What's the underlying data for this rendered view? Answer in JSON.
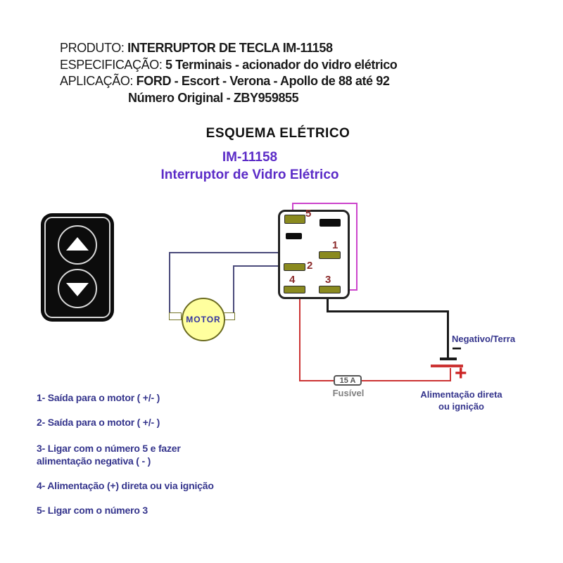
{
  "header": {
    "produto": {
      "label": "PRODUTO:",
      "value": "INTERRUPTOR DE TECLA IM-11158"
    },
    "especificacao": {
      "label": "ESPECIFICAÇÃO:",
      "value": "5 Terminais - acionador do vidro elétrico"
    },
    "aplicacao": {
      "label": "APLICAÇÃO:",
      "value": "FORD -  Escort - Verona - Apollo de 88 até 92"
    },
    "numero_original": "Número Original - ZBY959855"
  },
  "schematic": {
    "title": "ESQUEMA ELÉTRICO",
    "model": "IM-11158",
    "subtitle": "Interruptor de Vidro Elétrico"
  },
  "diagram": {
    "motor_label": "MOTOR",
    "terminals": {
      "t1": "1",
      "t2": "2",
      "t3": "3",
      "t4": "4",
      "t5": "5"
    },
    "fuse": {
      "value": "15 A",
      "label": "Fusível"
    },
    "ground_label": "Negativo/Terra",
    "minus_sign": "−",
    "plus_sign": "+",
    "power_line1": "Alimentação direta",
    "power_line2": "ou ignição"
  },
  "notes": [
    "1- Saída para o motor ( +/- )",
    "2- Saída para o motor ( +/- )",
    "3- Ligar com o número 5 e fazer\nalimentação negativa ( - )",
    "4- Alimentação (+) direta ou via ignição",
    "5- Ligar com o número 3"
  ],
  "colors": {
    "navy_text": "#34348C",
    "purple_title": "#5B2BC7",
    "pin_label_red": "#8B2A2A",
    "wire_navy": "#4A4A7A",
    "wire_red": "#CC3333",
    "wire_magenta": "#CC44CC",
    "wire_black": "#1A1A1A",
    "terminal_olive": "#8A8A1F",
    "motor_yellow": "#FFFF9E",
    "fuse_gray": "#808080"
  }
}
